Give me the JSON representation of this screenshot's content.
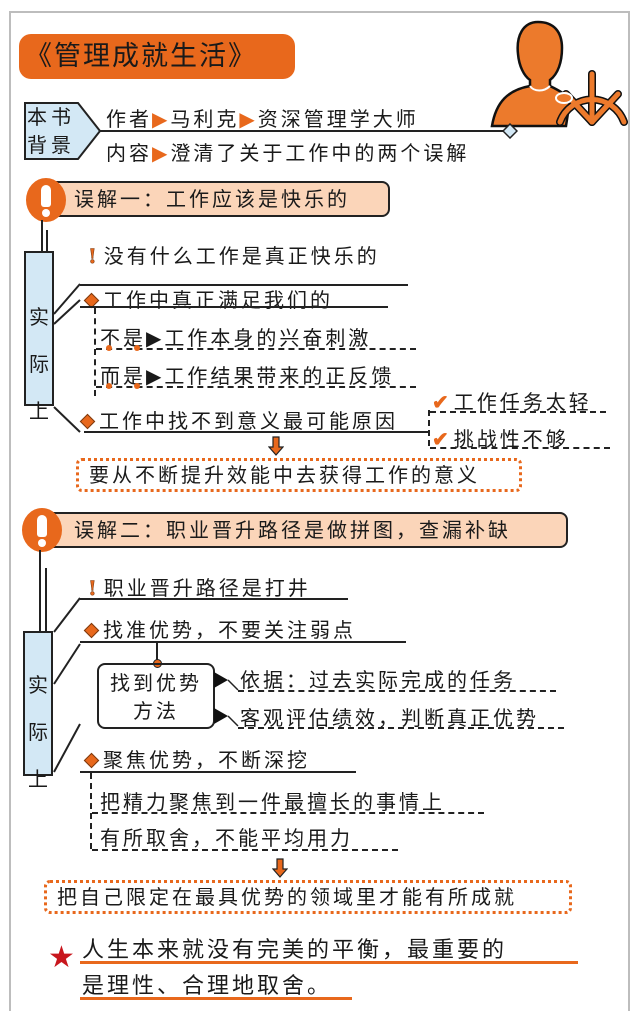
{
  "title": "《管理成就生活》",
  "background": {
    "tag_line1": "本书",
    "tag_line2": "背景",
    "author_label": "作者",
    "author_name": "马利克",
    "author_desc": "资深管理学大师",
    "content_label": "内容",
    "content_desc": "澄清了关于工作中的两个误解"
  },
  "misconception1": {
    "title": "误解一：工作应该是快乐的",
    "side_label": [
      "实",
      "际",
      "上"
    ],
    "point1": "没有什么工作是真正快乐的",
    "point2": "工作中真正满足我们的",
    "point2_sub1_label": "不是",
    "point2_sub1_text": "工作本身的兴奋刺激",
    "point2_sub2_label": "而是",
    "point2_sub2_text": "工作结果带来的正反馈",
    "point3": "工作中找不到意义最可能原因",
    "reasons": [
      "工作任务太轻",
      "挑战性不够"
    ],
    "conclusion": "要从不断提升效能中去获得工作的意义"
  },
  "misconception2": {
    "title": "误解二：职业晋升路径是做拼图，查漏补缺",
    "side_label": [
      "实",
      "际",
      "上"
    ],
    "point1": "职业晋升路径是打井",
    "point2": "找准优势，不要关注弱点",
    "method_box_line1": "找到优势",
    "method_box_line2": "方法",
    "methods": [
      "依据：过去实际完成的任务",
      "客观评估绩效，判断真正优势"
    ],
    "point3": "聚焦优势，不断深挖",
    "point3_subs": [
      "把精力聚焦到一件最擅长的事情上",
      "有所取舍，不能平均用力"
    ],
    "conclusion": "把自己限定在最具优势的领域里才能有所成就"
  },
  "summary": {
    "line1": "人生本来就没有完美的平衡，最重要的",
    "line2": "是理性、合理地取舍。"
  },
  "icons": {
    "pointer": "▶",
    "check": "✔",
    "bang": "!",
    "star": "★"
  },
  "colors": {
    "accent": "#e8681c",
    "callout_fill": "#fbd5b9",
    "side_box_fill": "#d3e8f5",
    "star": "#c8161d",
    "frame": "#bdbdbd"
  }
}
